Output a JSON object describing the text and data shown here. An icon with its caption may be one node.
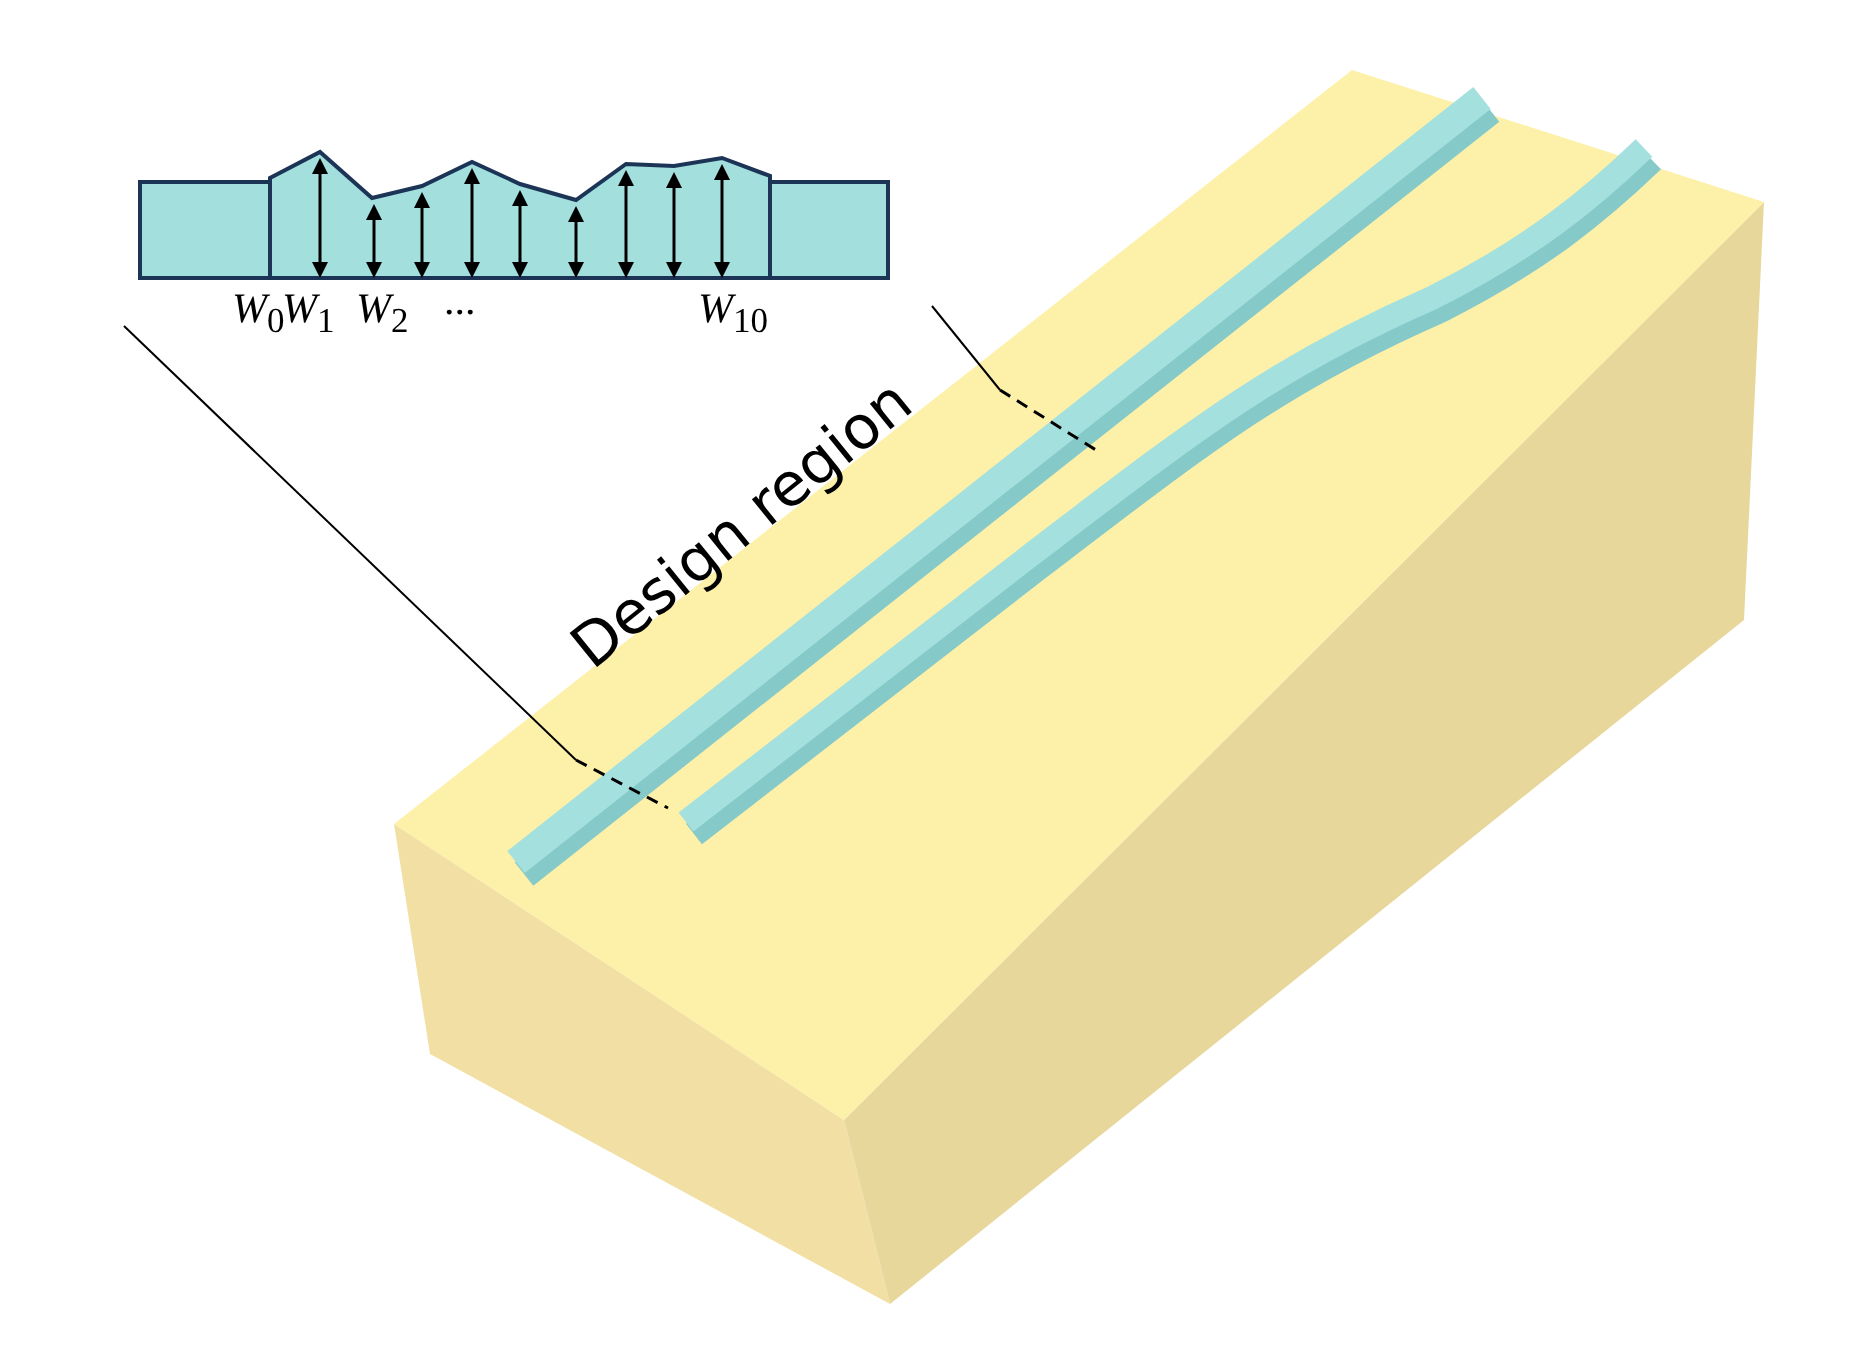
{
  "diagram": {
    "labels": [
      "*W*$_{0}$",
      "*W*$_{1}$",
      "*W*$_{2}$",
      "...",
      "*W*$_{10}$",
      "Design region"
    ]
  }
}
